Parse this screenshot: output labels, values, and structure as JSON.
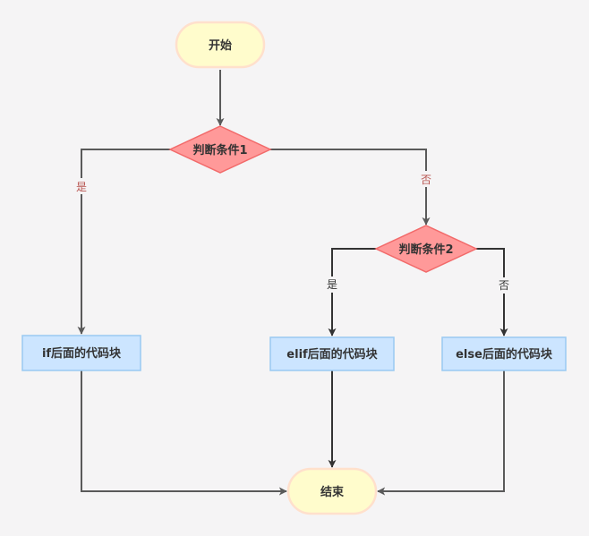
{
  "diagram": {
    "nodes": {
      "start": "开始",
      "cond1": "判断条件1",
      "cond2": "判断条件2",
      "if_block": "if后面的代码块",
      "elif_block": "elif后面的代码块",
      "else_block": "else后面的代码块",
      "end": "结束"
    },
    "edges": {
      "yes1": "是",
      "no1": "否",
      "yes2": "是",
      "no2": "否"
    }
  },
  "colors": {
    "terminal_fill": "#fffccc",
    "terminal_stroke": "#ffe0cc",
    "decision_fill": "#ff9999",
    "decision_stroke": "#f26a6a",
    "process_fill": "#cce5ff",
    "process_stroke": "#99c9f2",
    "connector": "#5a5a5a",
    "label_red": "#b85450",
    "label_dark": "#333333"
  }
}
